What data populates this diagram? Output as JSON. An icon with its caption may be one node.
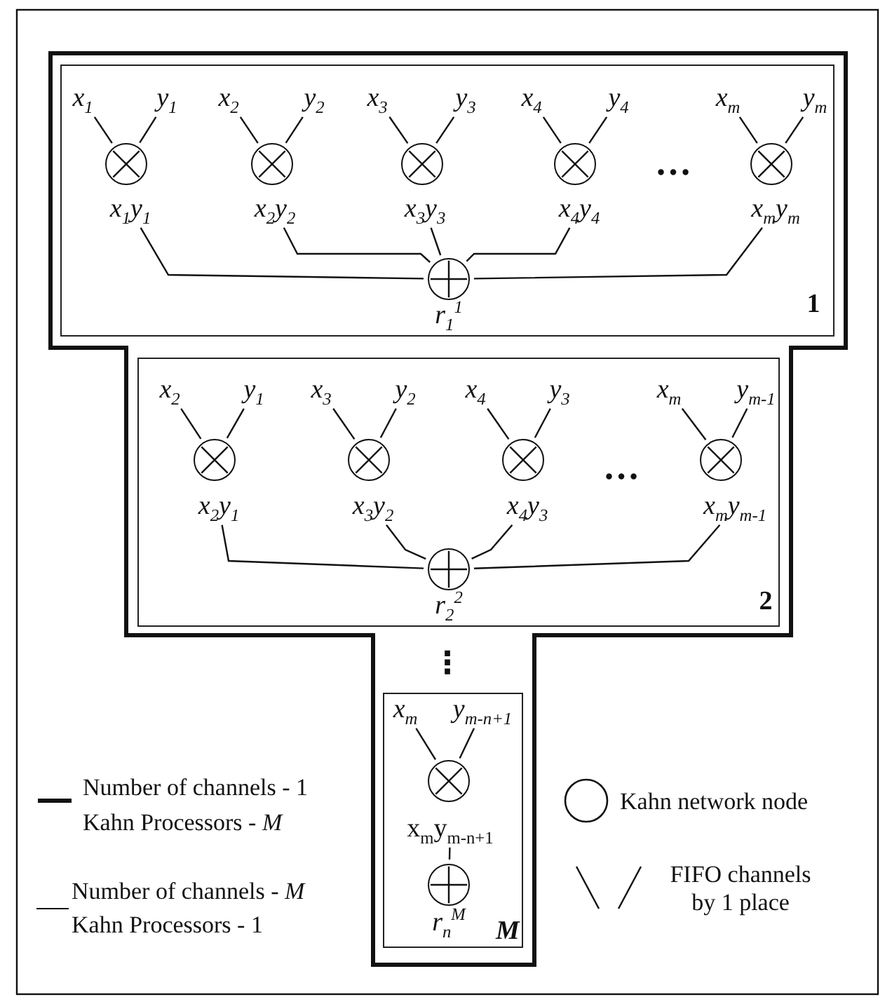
{
  "diagram": {
    "nodes": [
      {
        "text": [
          "1"
        ]
      },
      {
        "text": [
          "x$_{1}$"
        ],
        "in": 0
      },
      {
        "text": [
          "y$_{1}$"
        ],
        "in": 0
      },
      {
        "text": [
          "x$_{2}$"
        ],
        "in": 0
      },
      {
        "text": [
          "y$_{2}$"
        ],
        "in": 0
      },
      {
        "text": [
          "x$_{3}$"
        ],
        "in": 0
      },
      {
        "text": [
          "y$_{3}$"
        ],
        "in": 0
      },
      {
        "text": [
          "x$_{4}$"
        ],
        "in": 0
      },
      {
        "text": [
          "y$_{4}$"
        ],
        "in": 0
      },
      {
        "text": [
          "x$_{m}$"
        ],
        "in": 0
      },
      {
        "text": [
          "y$_{m}$"
        ],
        "in": 0
      },
      {
        "text": [],
        "shape": "circle",
        "in": 0
      },
      {
        "text": [],
        "shape": "circle",
        "in": 0
      },
      {
        "text": [],
        "shape": "circle",
        "in": 0
      },
      {
        "text": [],
        "shape": "circle",
        "in": 0
      },
      {
        "text": [],
        "shape": "circle",
        "in": 0
      },
      {
        "text": [
          "x$_{1}$y$_{1}$"
        ],
        "in": 0
      },
      {
        "text": [
          "x$_{2}$y$_{2}$"
        ],
        "in": 0
      },
      {
        "text": [
          "x$_{3}$y$_{3}$"
        ],
        "in": 0
      },
      {
        "text": [
          "x$_{4}$y$_{4}$"
        ],
        "in": 0
      },
      {
        "text": [
          "x$_{m}$y$_{m}$"
        ],
        "in": 0
      },
      {
        "text": [],
        "shape": "circle",
        "in": 0,
        "beside": [
          "r$_{1}$$^{1}$"
        ]
      },
      {
        "text": [
          "2"
        ]
      },
      {
        "text": [
          "x$_{2}$"
        ],
        "in": 22
      },
      {
        "text": [
          "y$_{1}$"
        ],
        "in": 22
      },
      {
        "text": [
          "x$_{3}$"
        ],
        "in": 22
      },
      {
        "text": [
          "y$_{2}$"
        ],
        "in": 22
      },
      {
        "text": [
          "x$_{4}$"
        ],
        "in": 22
      },
      {
        "text": [
          "y$_{3}$"
        ],
        "in": 22
      },
      {
        "text": [
          "x$_{m}$"
        ],
        "in": 22
      },
      {
        "text": [
          "y$_{m-1}$"
        ],
        "in": 22
      },
      {
        "text": [],
        "shape": "circle",
        "in": 22
      },
      {
        "text": [],
        "shape": "circle",
        "in": 22
      },
      {
        "text": [],
        "shape": "circle",
        "in": 22
      },
      {
        "text": [],
        "shape": "circle",
        "in": 22
      },
      {
        "text": [
          "x$_{2}$y$_{1}$"
        ],
        "in": 22
      },
      {
        "text": [
          "x$_{3}$y$_{2}$"
        ],
        "in": 22
      },
      {
        "text": [
          "x$_{4}$y$_{3}$"
        ],
        "in": 22
      },
      {
        "text": [
          "x$_{m}$y$_{m-1}$"
        ],
        "in": 22
      },
      {
        "text": [],
        "shape": "circle",
        "in": 22,
        "beside": [
          "r$_{2}$$^{2}$"
        ]
      },
      {
        "text": [
          "M"
        ]
      },
      {
        "text": [
          "x$_{m}$"
        ],
        "in": 40
      },
      {
        "text": [
          "y$_{m-n+1}$"
        ],
        "in": 40
      },
      {
        "text": [],
        "shape": "circle",
        "in": 40
      },
      {
        "text": [
          "x$_{m}$y$_{m-n+1}$"
        ],
        "in": 40
      },
      {
        "text": [],
        "shape": "circle",
        "in": 40,
        "beside": [
          "r$_{n}$$^{M}$"
        ]
      }
    ],
    "edges": [
      {
        "from": 1,
        "to": 11,
        "arrow": "none"
      },
      {
        "from": 2,
        "to": 11,
        "arrow": "none"
      },
      {
        "from": 3,
        "to": 12,
        "arrow": "none"
      },
      {
        "from": 4,
        "to": 12,
        "arrow": "none"
      },
      {
        "from": 5,
        "to": 13,
        "arrow": "none"
      },
      {
        "from": 6,
        "to": 13,
        "arrow": "none"
      },
      {
        "from": 7,
        "to": 14,
        "arrow": "none"
      },
      {
        "from": 8,
        "to": 14,
        "arrow": "none"
      },
      {
        "from": 9,
        "to": 15,
        "arrow": "none"
      },
      {
        "from": 10,
        "to": 15,
        "arrow": "none"
      },
      {
        "from": 16,
        "to": 21,
        "arrow": "none"
      },
      {
        "from": 17,
        "to": 21,
        "arrow": "none"
      },
      {
        "from": 18,
        "to": 21,
        "arrow": "none"
      },
      {
        "from": 19,
        "to": 21,
        "arrow": "none"
      },
      {
        "from": 20,
        "to": 21,
        "arrow": "none"
      },
      {
        "from": 23,
        "to": 31,
        "arrow": "none"
      },
      {
        "from": 24,
        "to": 31,
        "arrow": "none"
      },
      {
        "from": 25,
        "to": 32,
        "arrow": "none"
      },
      {
        "from": 26,
        "to": 32,
        "arrow": "none"
      },
      {
        "from": 27,
        "to": 33,
        "arrow": "none"
      },
      {
        "from": 28,
        "to": 33,
        "arrow": "none"
      },
      {
        "from": 29,
        "to": 34,
        "arrow": "none"
      },
      {
        "from": 30,
        "to": 34,
        "arrow": "none"
      },
      {
        "from": 35,
        "to": 39,
        "arrow": "none"
      },
      {
        "from": 36,
        "to": 39,
        "arrow": "none"
      },
      {
        "from": 37,
        "to": 39,
        "arrow": "none"
      },
      {
        "from": 38,
        "to": 39,
        "arrow": "none"
      },
      {
        "from": 41,
        "to": 43,
        "arrow": "none"
      },
      {
        "from": 42,
        "to": 43,
        "arrow": "none"
      },
      {
        "from": 44,
        "to": 45,
        "arrow": "none"
      }
    ],
    "labels": [
      "…",
      "…",
      "⋮"
    ],
    "legend": [
      {
        "text": "Number of channels - 1"
      },
      {
        "text": "Kahn Processors - *M*"
      },
      {
        "text": "Number of channels - *M*"
      },
      {
        "text": "Kahn Processors - 1"
      },
      {
        "text": "Kahn network node"
      },
      {
        "text": "FIFO channels by 1 place"
      }
    ]
  }
}
